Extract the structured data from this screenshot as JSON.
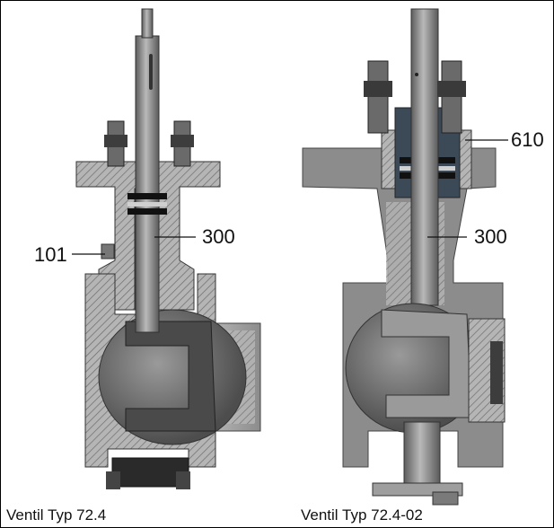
{
  "captions": {
    "left": "Ventil Typ 72.4",
    "right": "Ventil Typ 72.4-02"
  },
  "callouts": {
    "left_300": "300",
    "left_101": "101",
    "right_610": "610",
    "right_300": "300"
  },
  "colors": {
    "body_gray": "#8a8a8a",
    "dark_gray": "#555555",
    "hatch": "#9c9c9c",
    "black": "#111111",
    "light": "#d0d0d0"
  }
}
